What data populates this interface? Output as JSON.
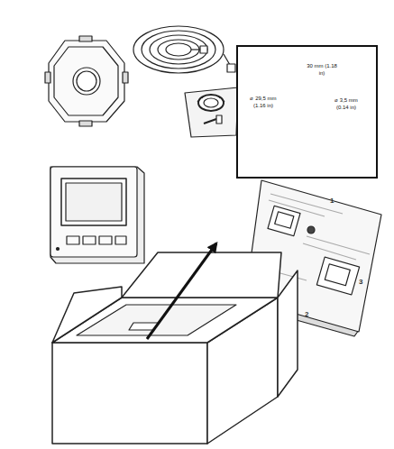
{
  "diagram": {
    "nodes": [
      {
        "text": [
          "30 mm (1.18 in)",
          "⌀ 29,5 mm (1.16 in)",
          "⌀ 3,5 mm (0.14 in)"
        ]
      }
    ],
    "labels": [
      "1",
      "3",
      "2"
    ]
  }
}
